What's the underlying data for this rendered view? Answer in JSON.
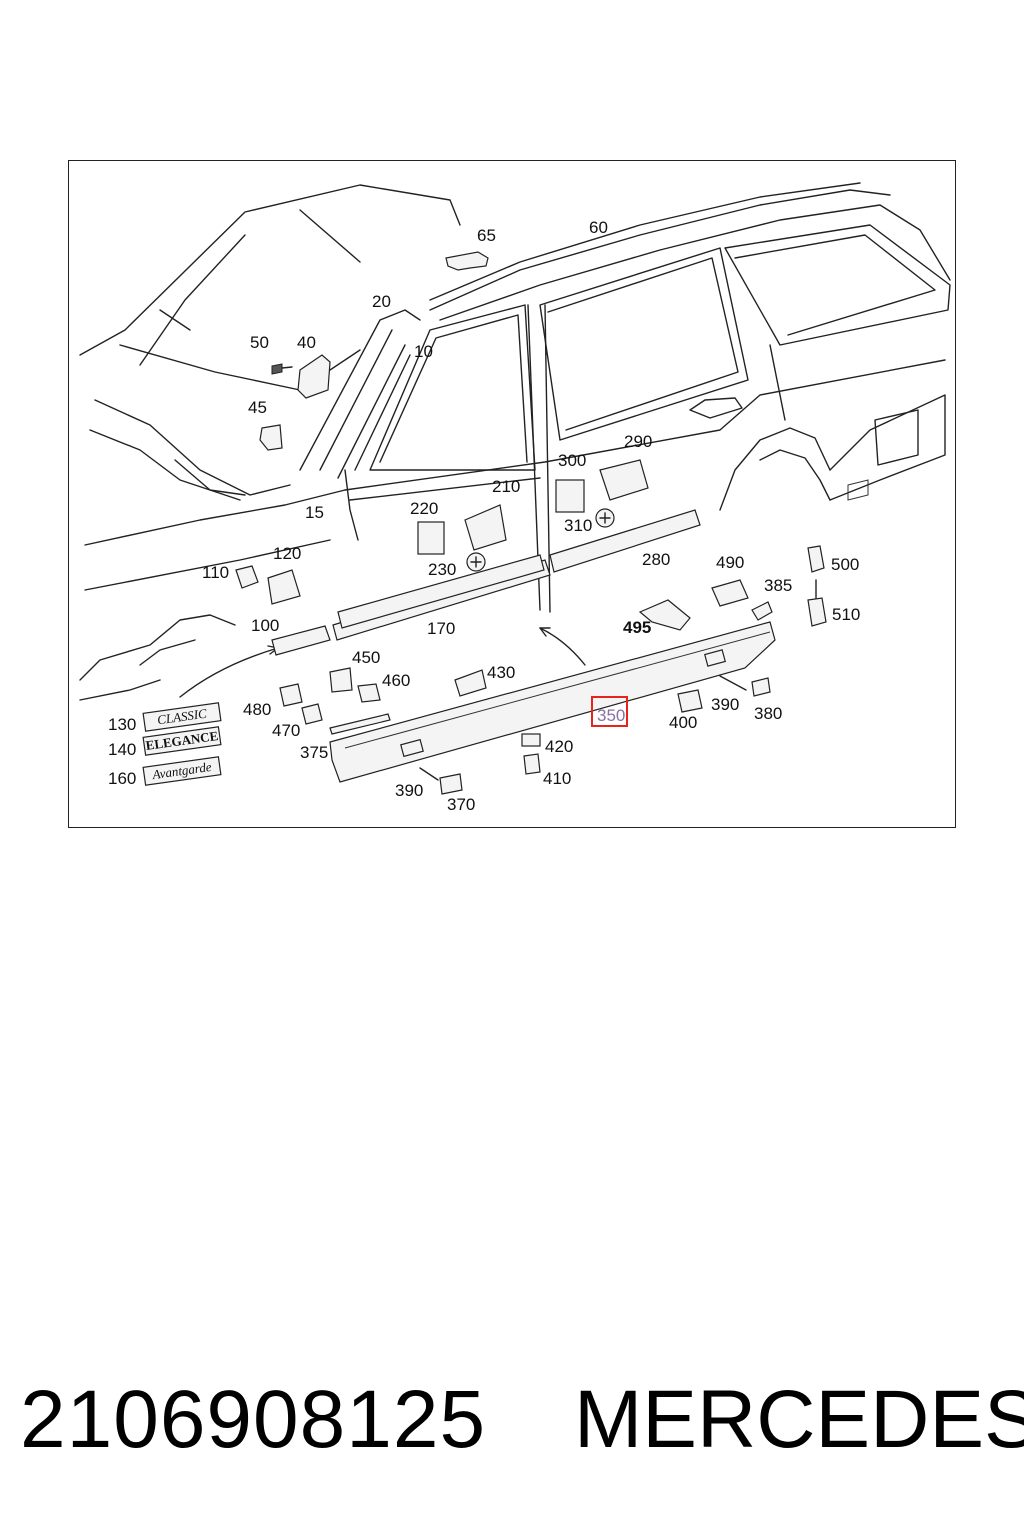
{
  "diagram": {
    "part_labels": {
      "p10": "10",
      "p15": "15",
      "p20": "20",
      "p40": "40",
      "p45": "45",
      "p50": "50",
      "p60": "60",
      "p65": "65",
      "p100": "100",
      "p110": "110",
      "p120": "120",
      "p130": "130",
      "p140": "140",
      "p160": "160",
      "p170": "170",
      "p210": "210",
      "p220": "220",
      "p230": "230",
      "p280": "280",
      "p290": "290",
      "p300": "300",
      "p310": "310",
      "p350": "350",
      "p370": "370",
      "p375": "375",
      "p380": "380",
      "p385": "385",
      "p390a": "390",
      "p390b": "390",
      "p400": "400",
      "p410": "410",
      "p420": "420",
      "p430": "430",
      "p450": "450",
      "p460": "460",
      "p470": "470",
      "p480": "480",
      "p490": "490",
      "p495": "495",
      "p500": "500",
      "p510": "510"
    },
    "badges": {
      "classic": "CLASSIC",
      "elegance": "ELEGANCE",
      "avantgarde": "Avantgarde"
    },
    "highlighted_part": "350",
    "colors": {
      "highlight": "#e8231c",
      "line": "#222222"
    }
  },
  "footer": {
    "part_number": "2106908125",
    "brand": "MERCEDES"
  }
}
